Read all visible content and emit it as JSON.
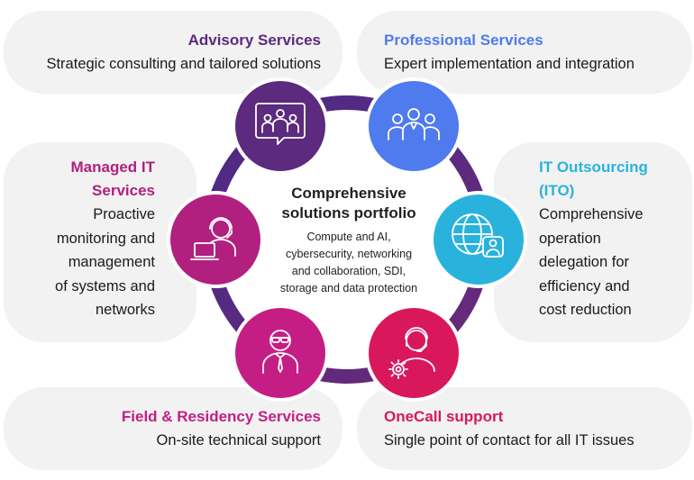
{
  "cards": {
    "advisory": {
      "title": "Advisory Services",
      "desc": "Strategic consulting and tailored solutions",
      "color": "#5c2a7e"
    },
    "professional": {
      "title": "Professional Services",
      "desc": "Expert implementation and integration",
      "color": "#4f7bee"
    },
    "managed": {
      "title_lines": [
        "Managed IT",
        "Services"
      ],
      "desc_lines": [
        "Proactive",
        "monitoring and",
        "management",
        "of systems and",
        "networks"
      ],
      "color": "#b1207f"
    },
    "ito": {
      "title_lines": [
        "IT Outsourcing",
        "(ITO)"
      ],
      "desc_lines": [
        "Comprehensive",
        "operation",
        "delegation for",
        "efficiency and",
        "cost reduction"
      ],
      "color": "#29b3dc"
    },
    "field": {
      "title": "Field & Residency Services",
      "desc": "On-site technical support",
      "color": "#c41e85"
    },
    "onecall": {
      "title": "OneCall support",
      "desc": "Single point of contact for all IT issues",
      "color": "#d9185b"
    }
  },
  "center": {
    "title_lines": [
      "Comprehensive",
      "solutions portfolio"
    ],
    "desc_lines": [
      "Compute and AI,",
      "cybersecurity, networking",
      "and collaboration, SDI,",
      "storage and data protection"
    ]
  },
  "icons": {
    "advisory": "team-chat-icon",
    "professional": "team-icon",
    "ito": "globe-person-icon",
    "onecall": "support-gear-icon",
    "field": "technician-icon",
    "managed": "headset-laptop-icon"
  },
  "colors": {
    "ring": "#5a2a80",
    "card_bg": "#f2f2f2"
  }
}
